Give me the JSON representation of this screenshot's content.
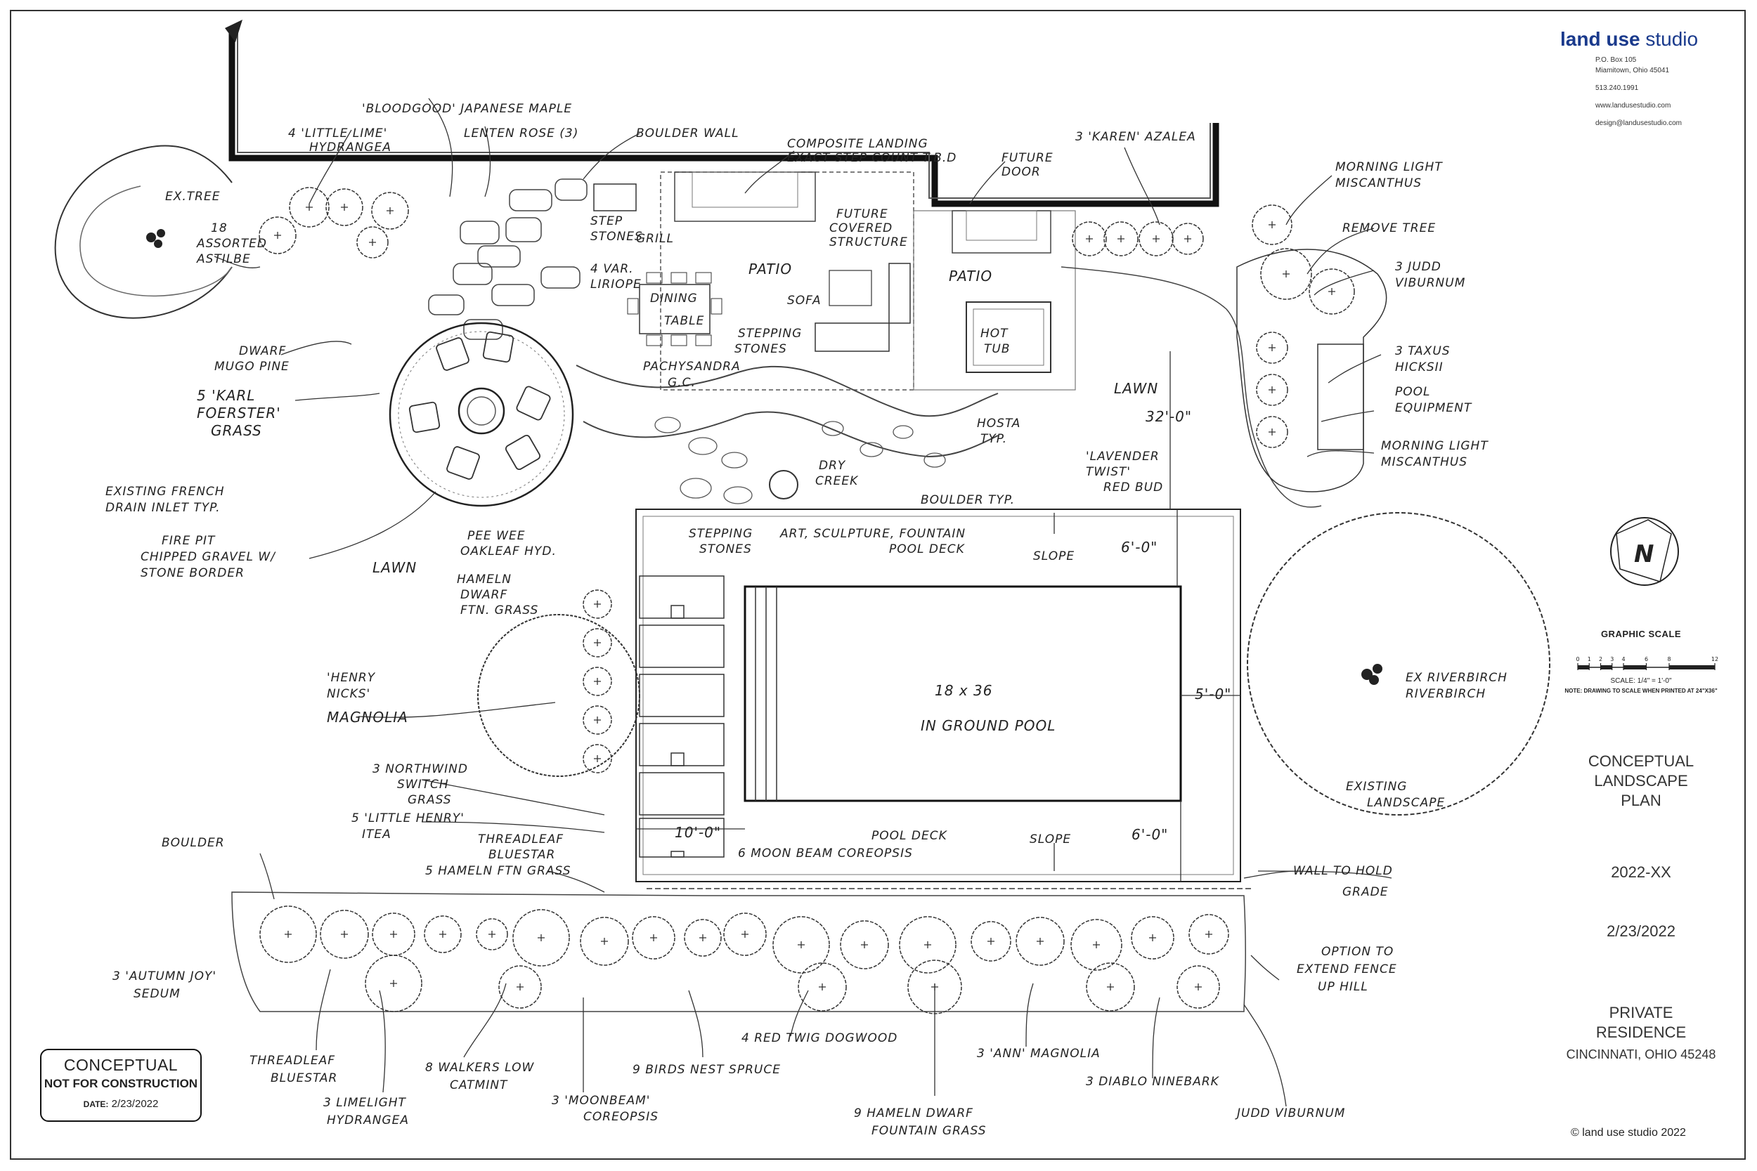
{
  "title_block": {
    "brand_bold": "land use",
    "brand_rest": " studio",
    "address_1": "P.O. Box 105",
    "address_2": "Miamitown, Ohio 45041",
    "phone": "513.240.1991",
    "web": "www.landusestudio.com",
    "email": "design@landusestudio.com"
  },
  "graphic_scale": {
    "title": "GRAPHIC SCALE",
    "ticks": [
      "0",
      "1",
      "2",
      "3",
      "4",
      "6",
      "8",
      "12"
    ],
    "scale_text": "SCALE: 1/4\" = 1'-0\"",
    "note": "NOTE: DRAWING TO SCALE WHEN PRINTED AT 24\"X36\""
  },
  "plan_title": [
    "CONCEPTUAL",
    "LANDSCAPE",
    "PLAN"
  ],
  "project_number": "2022-XX",
  "plan_date": "2/23/2022",
  "client": [
    "PRIVATE",
    "RESIDENCE"
  ],
  "client_location": "CINCINNATI, OHIO 45248",
  "copyright": "land use studio 2022",
  "stamp": {
    "line1": "CONCEPTUAL",
    "line2": "NOT FOR CONSTRUCTION",
    "date_label": "DATE:",
    "date_value": "2/23/2022"
  },
  "labels": {
    "bloodgood": "'BLOODGOOD' JAPANESE MAPLE",
    "little_lime_1": "4 'LITTLE LIME'",
    "little_lime_2": "HYDRANGEA",
    "lenten_rose": "LENTEN ROSE (3)",
    "boulder_wall": "BOULDER WALL",
    "composite_1": "COMPOSITE LANDING",
    "composite_2": "EXACT STEP COUNT T.B.D",
    "future_door_1": "FUTURE",
    "future_door_2": "DOOR",
    "karen_azalea": "3 'KAREN' AZALEA",
    "morning_light_1a": "MORNING LIGHT",
    "morning_light_1b": "MISCANTHUS",
    "remove_tree": "REMOVE TREE",
    "judd_1": "3 JUDD",
    "judd_2": "VIBURNUM",
    "taxus_1": "3 TAXUS",
    "taxus_2": "HICKSII",
    "pool_equip_1": "POOL",
    "pool_equip_2": "EQUIPMENT",
    "morning_light_2a": "MORNING LIGHT",
    "morning_light_2b": "MISCANTHUS",
    "ex_tree": "EX.TREE",
    "astilbe_1": "18",
    "astilbe_2": "ASSORTED",
    "astilbe_3": "ASTILBE",
    "step_stones_1": "STEP",
    "step_stones_2": "STONES",
    "grill": "GRILL",
    "liriope_1": "4 VAR.",
    "liriope_2": "LIRIOPE",
    "future_struct_1": "FUTURE",
    "future_struct_2": "COVERED",
    "future_struct_3": "STRUCTURE",
    "patio_1": "PATIO",
    "patio_2": "PATIO",
    "dining_1": "DINING",
    "dining_2": "TABLE",
    "sofa": "SOFA",
    "hot_tub_1": "HOT",
    "hot_tub_2": "TUB",
    "stepping_1": "STEPPING",
    "stepping_2": "STONES",
    "pachy_1": "PACHYSANDRA",
    "pachy_2": "G.C.",
    "mugo_1": "DWARF",
    "mugo_2": "MUGO PINE",
    "karl_1": "5 'KARL",
    "karl_2": "FOERSTER'",
    "karl_3": "GRASS",
    "drain_1": "EXISTING FRENCH",
    "drain_2": "DRAIN INLET TYP.",
    "firepit_1": "FIRE PIT",
    "firepit_2": "CHIPPED GRAVEL W/",
    "firepit_3": "STONE BORDER",
    "lawn_1": "LAWN",
    "lawn_2": "LAWN",
    "dim_32": "32'-0\"",
    "lavender_1": "'LAVENDER",
    "lavender_2": "TWIST'",
    "lavender_3": "RED BUD",
    "hosta_1": "HOSTA",
    "hosta_2": "TYP.",
    "dry_creek_1": "DRY",
    "dry_creek_2": "CREEK",
    "boulder_typ": "BOULDER TYP.",
    "pee_wee_1": "PEE WEE",
    "pee_wee_2": "OAKLEAF HYD.",
    "stepping_b1": "STEPPING",
    "stepping_b2": "STONES",
    "art": "ART, SCULPTURE, FOUNTAIN",
    "pool_deck_1": "POOL DECK",
    "slope_1": "SLOPE",
    "dim_6a": "6'-0\"",
    "hameln_1": "HAMELN",
    "hameln_2": "DWARF",
    "hameln_3": "FTN. GRASS",
    "pool_size": "18 x 36",
    "pool_name": "IN GROUND POOL",
    "dim_5": "5'-0\"",
    "riverbirch_1": "EX RIVERBIRCH",
    "riverbirch_2": "RIVERBIRCH",
    "magnolia_1": "'HENRY",
    "magnolia_2": "NICKS'",
    "magnolia_3": "MAGNOLIA",
    "northwind_1": "3 NORTHWIND",
    "northwind_2": "SWITCH",
    "northwind_3": "GRASS",
    "itea_1": "5 'LITTLE HENRY'",
    "itea_2": "ITEA",
    "threadleaf_1": "THREADLEAF",
    "threadleaf_2": "BLUESTAR",
    "hameln_5": "5 HAMELN FTN GRASS",
    "existing_1": "EXISTING",
    "existing_2": "LANDSCAPE",
    "dim_10": "10'-0\"",
    "moonbeam_6": "6 MOON BEAM COREOPSIS",
    "pool_deck_2": "POOL DECK",
    "slope_2": "SLOPE",
    "dim_6b": "6'-0\"",
    "wall_1": "WALL TO HOLD",
    "wall_2": "GRADE",
    "boulder": "BOULDER",
    "option_1": "OPTION TO",
    "option_2": "EXTEND FENCE",
    "option_3": "UP HILL",
    "sedum_1": "3 'AUTUMN JOY'",
    "sedum_2": "SEDUM",
    "threadleaf_b1": "THREADLEAF",
    "threadleaf_b2": "BLUESTAR",
    "limelight_1": "3 LIMELIGHT",
    "limelight_2": "HYDRANGEA",
    "catmint_1": "8 WALKERS LOW",
    "catmint_2": "CATMINT",
    "moonbeam_3a": "3 'MOONBEAM'",
    "moonbeam_3b": "COREOPSIS",
    "birds_nest": "9 BIRDS NEST SPRUCE",
    "red_twig": "4 RED TWIG DOGWOOD",
    "hameln_9a": "9 HAMELN DWARF",
    "hameln_9b": "FOUNTAIN GRASS",
    "ann_magnolia": "3 'ANN' MAGNOLIA",
    "ninebark": "3 DIABLO NINEBARK",
    "judd_viburnum": "JUDD VIBURNUM"
  }
}
